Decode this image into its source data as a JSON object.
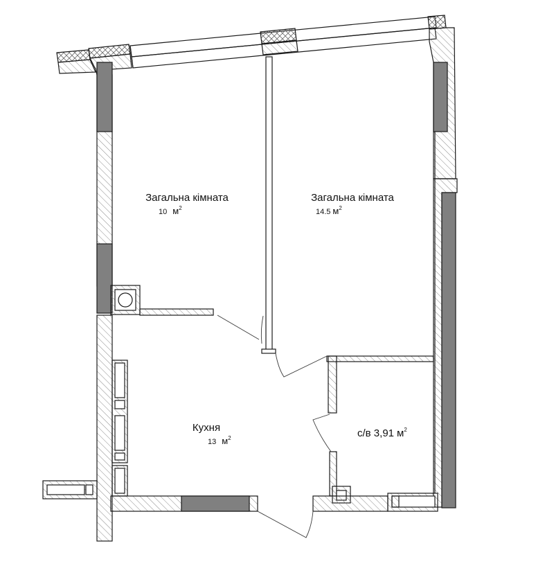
{
  "plan": {
    "rooms": [
      {
        "name": "Загальна кімната",
        "area": "10",
        "unit": "м",
        "exp": "2"
      },
      {
        "name": "Загальна кімната",
        "area": "14.5",
        "unit": "м",
        "exp": "2"
      },
      {
        "name": "Кухня",
        "area": "13",
        "unit": "м",
        "exp": "2"
      },
      {
        "name": "с/в 3,91",
        "area": "",
        "unit": "м",
        "exp": "2"
      }
    ]
  },
  "colors": {
    "wall_line": "#1a1a1a",
    "hatch": "#8a8a8a",
    "solid_wall": "#808080",
    "background": "#ffffff"
  }
}
